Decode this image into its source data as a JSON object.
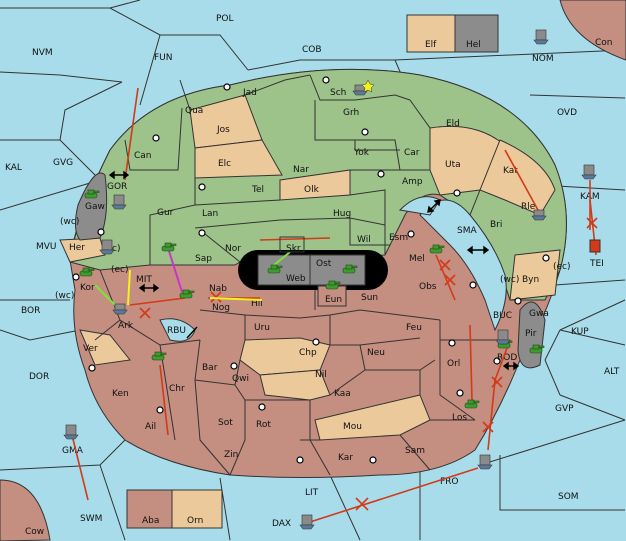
{
  "colors": {
    "sea": "#a8dcea",
    "green": "#9dc28a",
    "tan": "#ecc99b",
    "brown": "#c48e80",
    "gray": "#8c8c8c",
    "black": "#000000",
    "order": "#d23a18",
    "yellow": "#f2f21e",
    "lime": "#7de23d",
    "magenta": "#cc33cc",
    "unit": "#3f9a30"
  },
  "sea_labels": [
    {
      "id": "pol",
      "text": "POL"
    },
    {
      "id": "nvm",
      "text": "NVM"
    },
    {
      "id": "fun",
      "text": "FUN"
    },
    {
      "id": "cob",
      "text": "COB"
    },
    {
      "id": "nom",
      "text": "NOM"
    },
    {
      "id": "ovd",
      "text": "OVD"
    },
    {
      "id": "kal",
      "text": "KAL"
    },
    {
      "id": "gvg",
      "text": "GVG"
    },
    {
      "id": "gor",
      "text": "GOR"
    },
    {
      "id": "kam",
      "text": "KAM"
    },
    {
      "id": "sma",
      "text": "SMA"
    },
    {
      "id": "mvu",
      "text": "MVU"
    },
    {
      "id": "mit",
      "text": "MIT"
    },
    {
      "id": "bor",
      "text": "BOR"
    },
    {
      "id": "rbu",
      "text": "RBU"
    },
    {
      "id": "buc",
      "text": "BUC"
    },
    {
      "id": "rod",
      "text": "ROD"
    },
    {
      "id": "kup",
      "text": "KUP"
    },
    {
      "id": "dor",
      "text": "DOR"
    },
    {
      "id": "alt",
      "text": "ALT"
    },
    {
      "id": "gvp",
      "text": "GVP"
    },
    {
      "id": "lit",
      "text": "LIT"
    },
    {
      "id": "fro",
      "text": "FRO"
    },
    {
      "id": "som",
      "text": "SOM"
    },
    {
      "id": "swm",
      "text": "SWM"
    },
    {
      "id": "dax",
      "text": "DAX"
    }
  ],
  "land_labels": [
    {
      "id": "elf",
      "text": "Elf"
    },
    {
      "id": "hel",
      "text": "Hel"
    },
    {
      "id": "con",
      "text": "Con"
    },
    {
      "id": "tei",
      "text": "TEI"
    },
    {
      "id": "jad",
      "text": "Jad"
    },
    {
      "id": "sch",
      "text": "Sch"
    },
    {
      "id": "qua",
      "text": "Qua"
    },
    {
      "id": "jos",
      "text": "Jos"
    },
    {
      "id": "grh",
      "text": "Grh"
    },
    {
      "id": "eld",
      "text": "Eld"
    },
    {
      "id": "can",
      "text": "Can"
    },
    {
      "id": "elc",
      "text": "Elc"
    },
    {
      "id": "nar",
      "text": "Nar"
    },
    {
      "id": "yok",
      "text": "Yok"
    },
    {
      "id": "car",
      "text": "Car"
    },
    {
      "id": "uta",
      "text": "Uta"
    },
    {
      "id": "kat",
      "text": "Kat"
    },
    {
      "id": "tel",
      "text": "Tel"
    },
    {
      "id": "olk",
      "text": "Olk"
    },
    {
      "id": "amp",
      "text": "Amp"
    },
    {
      "id": "gaw",
      "text": "Gaw"
    },
    {
      "id": "gur",
      "text": "Gur"
    },
    {
      "id": "lan",
      "text": "Lan"
    },
    {
      "id": "hug",
      "text": "Hug"
    },
    {
      "id": "rle",
      "text": "Rle"
    },
    {
      "id": "bri",
      "text": "Bri"
    },
    {
      "id": "wc1",
      "text": "(wc)"
    },
    {
      "id": "her",
      "text": "Her"
    },
    {
      "id": "ec1",
      "text": "(ec)"
    },
    {
      "id": "nor",
      "text": "Nor"
    },
    {
      "id": "skr",
      "text": "Skr"
    },
    {
      "id": "wil",
      "text": "Wil"
    },
    {
      "id": "esm",
      "text": "Esm"
    },
    {
      "id": "sap",
      "text": "Sap"
    },
    {
      "id": "web",
      "text": "Web"
    },
    {
      "id": "ost",
      "text": "Ost"
    },
    {
      "id": "mel",
      "text": "Mel"
    },
    {
      "id": "wc2",
      "text": "(wc)"
    },
    {
      "id": "byn",
      "text": "Byn"
    },
    {
      "id": "ec2",
      "text": "(ec)"
    },
    {
      "id": "ec3",
      "text": "(ec)"
    },
    {
      "id": "kor",
      "text": "Kor"
    },
    {
      "id": "wc3",
      "text": "(wc)"
    },
    {
      "id": "nab",
      "text": "Nab"
    },
    {
      "id": "obs",
      "text": "Obs"
    },
    {
      "id": "eun",
      "text": "Eun"
    },
    {
      "id": "sun",
      "text": "Sun"
    },
    {
      "id": "hil",
      "text": "Hil"
    },
    {
      "id": "nog",
      "text": "Nog"
    },
    {
      "id": "gwa",
      "text": "Gwa"
    },
    {
      "id": "ark",
      "text": "Ark"
    },
    {
      "id": "uru",
      "text": "Uru"
    },
    {
      "id": "feu",
      "text": "Feu"
    },
    {
      "id": "pir",
      "text": "Pir"
    },
    {
      "id": "ver",
      "text": "Ver"
    },
    {
      "id": "chp",
      "text": "Chp"
    },
    {
      "id": "neu",
      "text": "Neu"
    },
    {
      "id": "bar",
      "text": "Bar"
    },
    {
      "id": "orl",
      "text": "Orl"
    },
    {
      "id": "qwi",
      "text": "Qwi"
    },
    {
      "id": "nil",
      "text": "Nil"
    },
    {
      "id": "ken",
      "text": "Ken"
    },
    {
      "id": "chr",
      "text": "Chr"
    },
    {
      "id": "kaa",
      "text": "Kaa"
    },
    {
      "id": "los",
      "text": "Los"
    },
    {
      "id": "sot",
      "text": "Sot"
    },
    {
      "id": "rot",
      "text": "Rot"
    },
    {
      "id": "mou",
      "text": "Mou"
    },
    {
      "id": "ail",
      "text": "Ail"
    },
    {
      "id": "sam",
      "text": "Sam"
    },
    {
      "id": "zin",
      "text": "Zin"
    },
    {
      "id": "kar",
      "text": "Kar"
    },
    {
      "id": "gma",
      "text": "GMA"
    },
    {
      "id": "aba",
      "text": "Aba"
    },
    {
      "id": "orn",
      "text": "Orn"
    },
    {
      "id": "cow",
      "text": "Cow"
    }
  ]
}
